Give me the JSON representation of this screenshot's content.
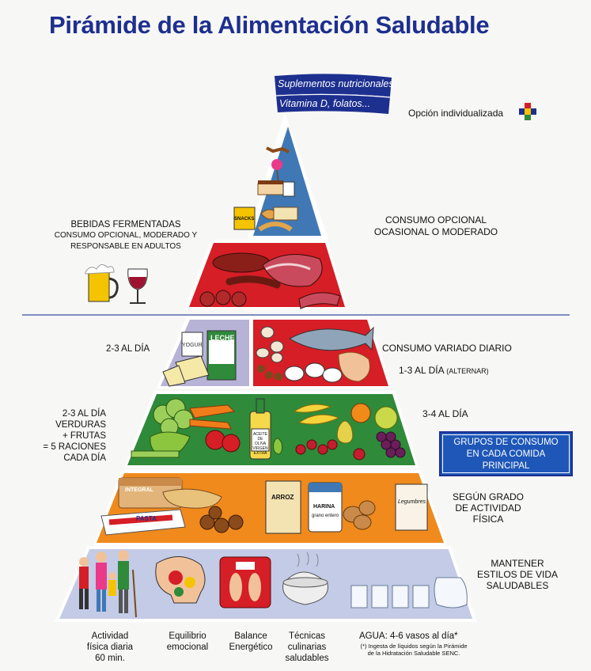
{
  "title": "Pirámide de la Alimentación Saludable",
  "supplements": {
    "line1": "Suplementos nutricionales",
    "line2": "Vitamina D, folatos..."
  },
  "optional": {
    "label": "Opción individualizada",
    "icon": "plus-cross-icon"
  },
  "left_labels": {
    "fermented": [
      "BEBIDAS FERMENTADAS",
      "CONSUMO OPCIONAL, MODERADO Y",
      "RESPONSABLE EN ADULTOS"
    ],
    "dairy": "2-3 AL DÍA",
    "veg": [
      "2-3 AL DÍA",
      "VERDURAS",
      "+ FRUTAS",
      "= 5 RACIONES",
      "CADA DÍA"
    ]
  },
  "right_labels": {
    "top": [
      "CONSUMO OPCIONAL",
      "OCASIONAL O MODERADO"
    ],
    "varied": "CONSUMO VARIADO DIARIO",
    "alternate_main": "1-3 AL DÍA",
    "alternate_sub": "(ALTERNAR)",
    "fruit": "3-4 AL DÍA",
    "cereal": [
      "SEGÚN GRADO",
      "DE ACTIVIDAD",
      "FÍSICA"
    ],
    "lifestyle": [
      "MANTENER",
      "ESTILOS DE VIDA",
      "SALUDABLES"
    ]
  },
  "groups_box": [
    "GRUPOS DE CONSUMO",
    "EN CADA COMIDA",
    "PRINCIPAL"
  ],
  "bottom": {
    "activity": [
      "Actividad",
      "física diaria",
      "60 min."
    ],
    "emotional": [
      "Equilibrio",
      "emocional"
    ],
    "energy": [
      "Balance",
      "Energético"
    ],
    "cooking": [
      "Técnicas",
      "culinarias",
      "saludables"
    ],
    "water": "AGUA: 4-6 vasos al día*",
    "note": [
      "(*) Ingesta de líquidos según la Pirámide",
      "de la Hidratación Saludable SENC."
    ]
  },
  "packaging": {
    "yogur": "YOGUR",
    "leche": "LECHE",
    "aceite": "ACEITE DE OLIVA VIRGEN EXTRA",
    "pasta": "PASTA",
    "integral": "INTEGRAL",
    "arroz": "ARROZ",
    "harina": "HARINA",
    "grano": "grano entero",
    "legumbres": "Legumbres",
    "snacks": "SNACKS"
  },
  "colors": {
    "title": "#1d2f8f",
    "top_tier": "#3f78b5",
    "meat_tier": "#d51e26",
    "dairy_tier": "#b6b3d6",
    "protein_tier": "#d51e26",
    "fruit_tier": "#2f8a3a",
    "cereal_tier": "#f08a1c",
    "base_tier": "#c3cbe6",
    "groups_box": "#1e57b8"
  }
}
